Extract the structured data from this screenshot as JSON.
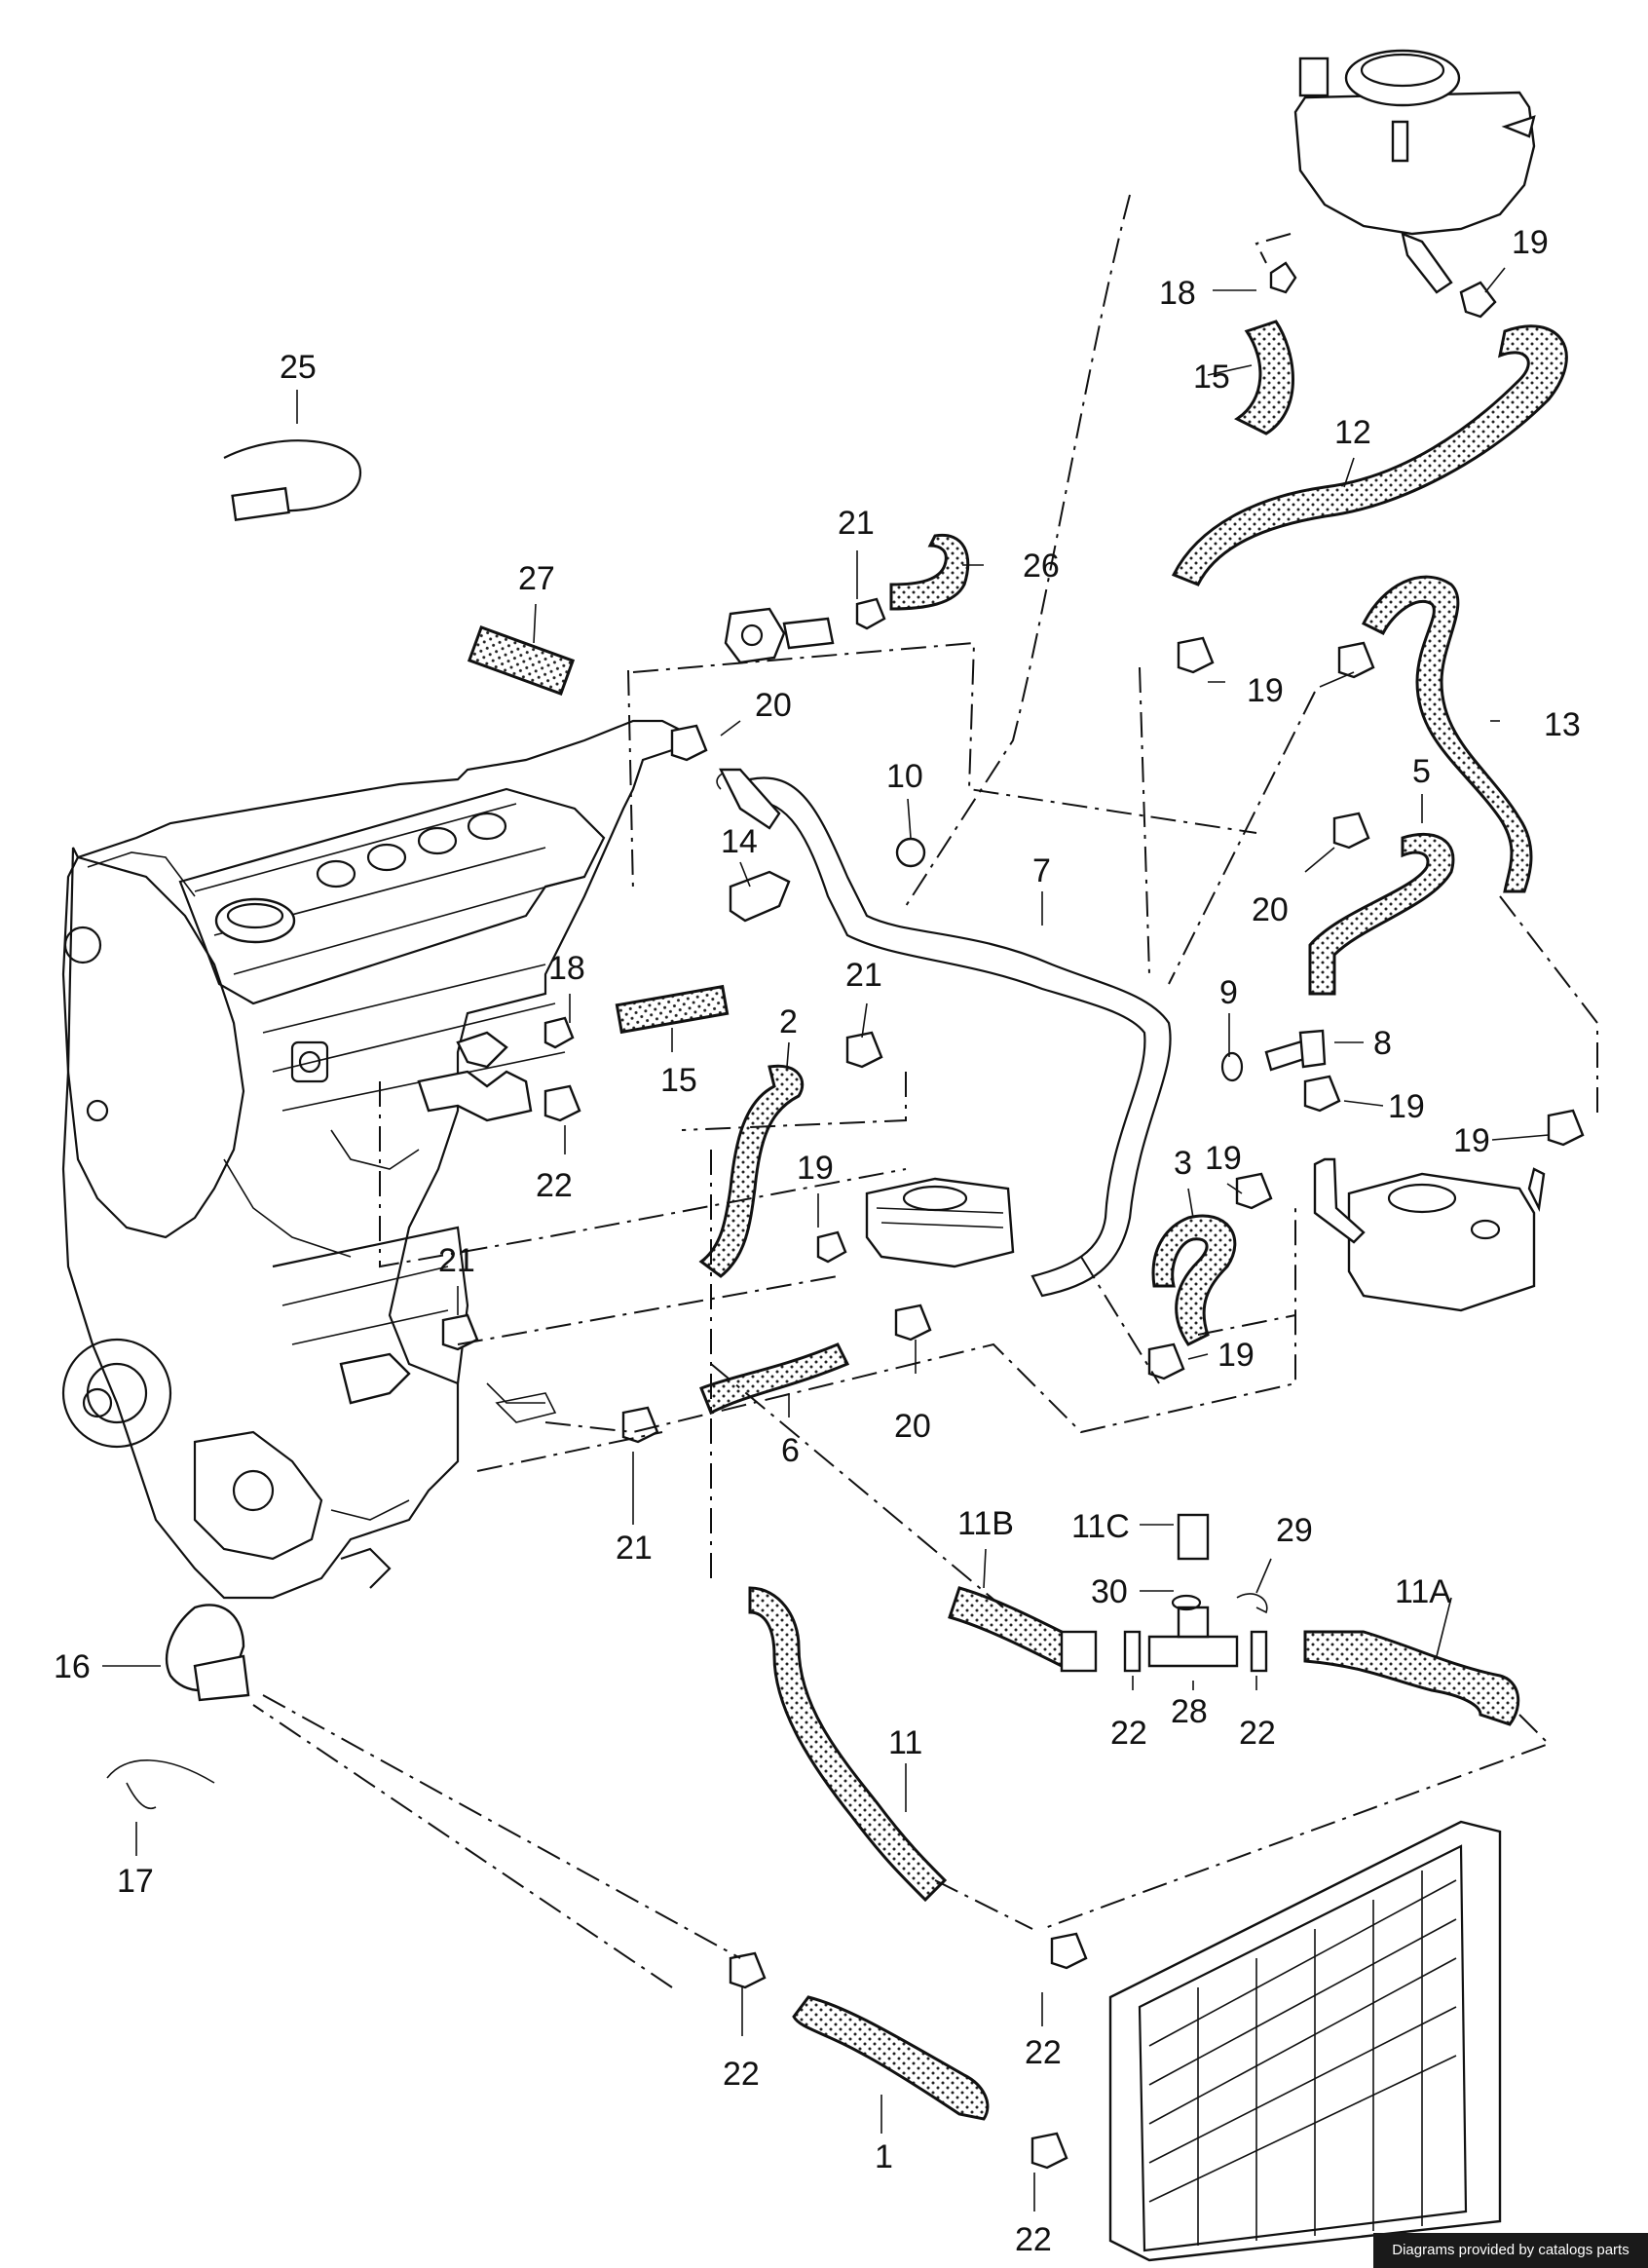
{
  "labels": {
    "l25": "25",
    "l27": "27",
    "l21a": "21",
    "l26": "26",
    "l20a": "20",
    "l10": "10",
    "l14": "14",
    "l7": "7",
    "l18a": "18",
    "l15a": "15",
    "l12": "12",
    "l19a": "19",
    "l19b": "19",
    "l13": "13",
    "l5": "5",
    "l20b": "20",
    "l18b": "18",
    "l21b": "21",
    "l2": "2",
    "l15b": "15",
    "l9": "9",
    "l8": "8",
    "l19c": "19",
    "l22a": "22",
    "l19d": "19",
    "l19e": "19",
    "l3": "3",
    "l19f": "19",
    "l21c": "21",
    "l19g": "19",
    "l20c": "20",
    "l6": "6",
    "l21d": "21",
    "l11b": "11B",
    "l11c": "11C",
    "l29": "29",
    "l30": "30",
    "l11a": "11A",
    "l16": "16",
    "l28": "28",
    "l22b": "22",
    "l22c": "22",
    "l17": "17",
    "l11": "11",
    "l22d": "22",
    "l22e": "22",
    "l1": "1",
    "l22f": "22"
  },
  "credit": "Diagrams provided by catalogs parts"
}
